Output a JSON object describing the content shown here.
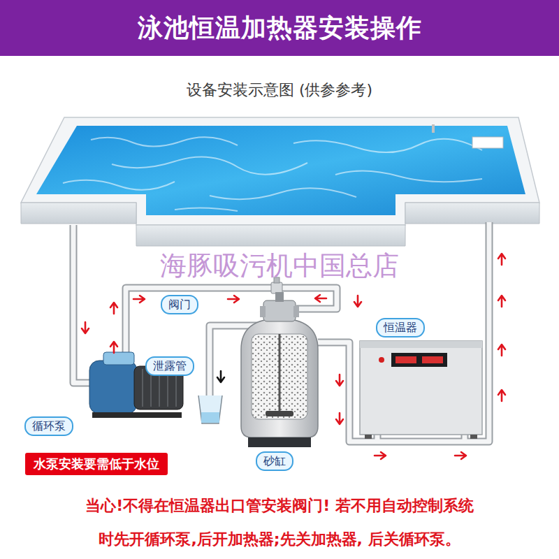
{
  "diagram": {
    "title": "泳池恒温加热器安装操作",
    "nodes": [
      {
        "text": [
          "阀门"
        ]
      },
      {
        "text": [
          "恒温器"
        ]
      },
      {
        "text": [
          "泄露管"
        ]
      },
      {
        "text": [
          "循环泵"
        ]
      },
      {
        "text": [
          "水泵安装要需低于水位"
        ]
      },
      {
        "text": [
          "砂缸"
        ]
      }
    ],
    "labels": [
      "设备安装示意图 (供参参考)",
      "海豚吸污机中国总店",
      "当心!不得在恒温器出口管安装阀门! 若不用自动控制系统 时先开循环泵,后开加热器;先关加热器, 后关循环泵。"
    ]
  }
}
